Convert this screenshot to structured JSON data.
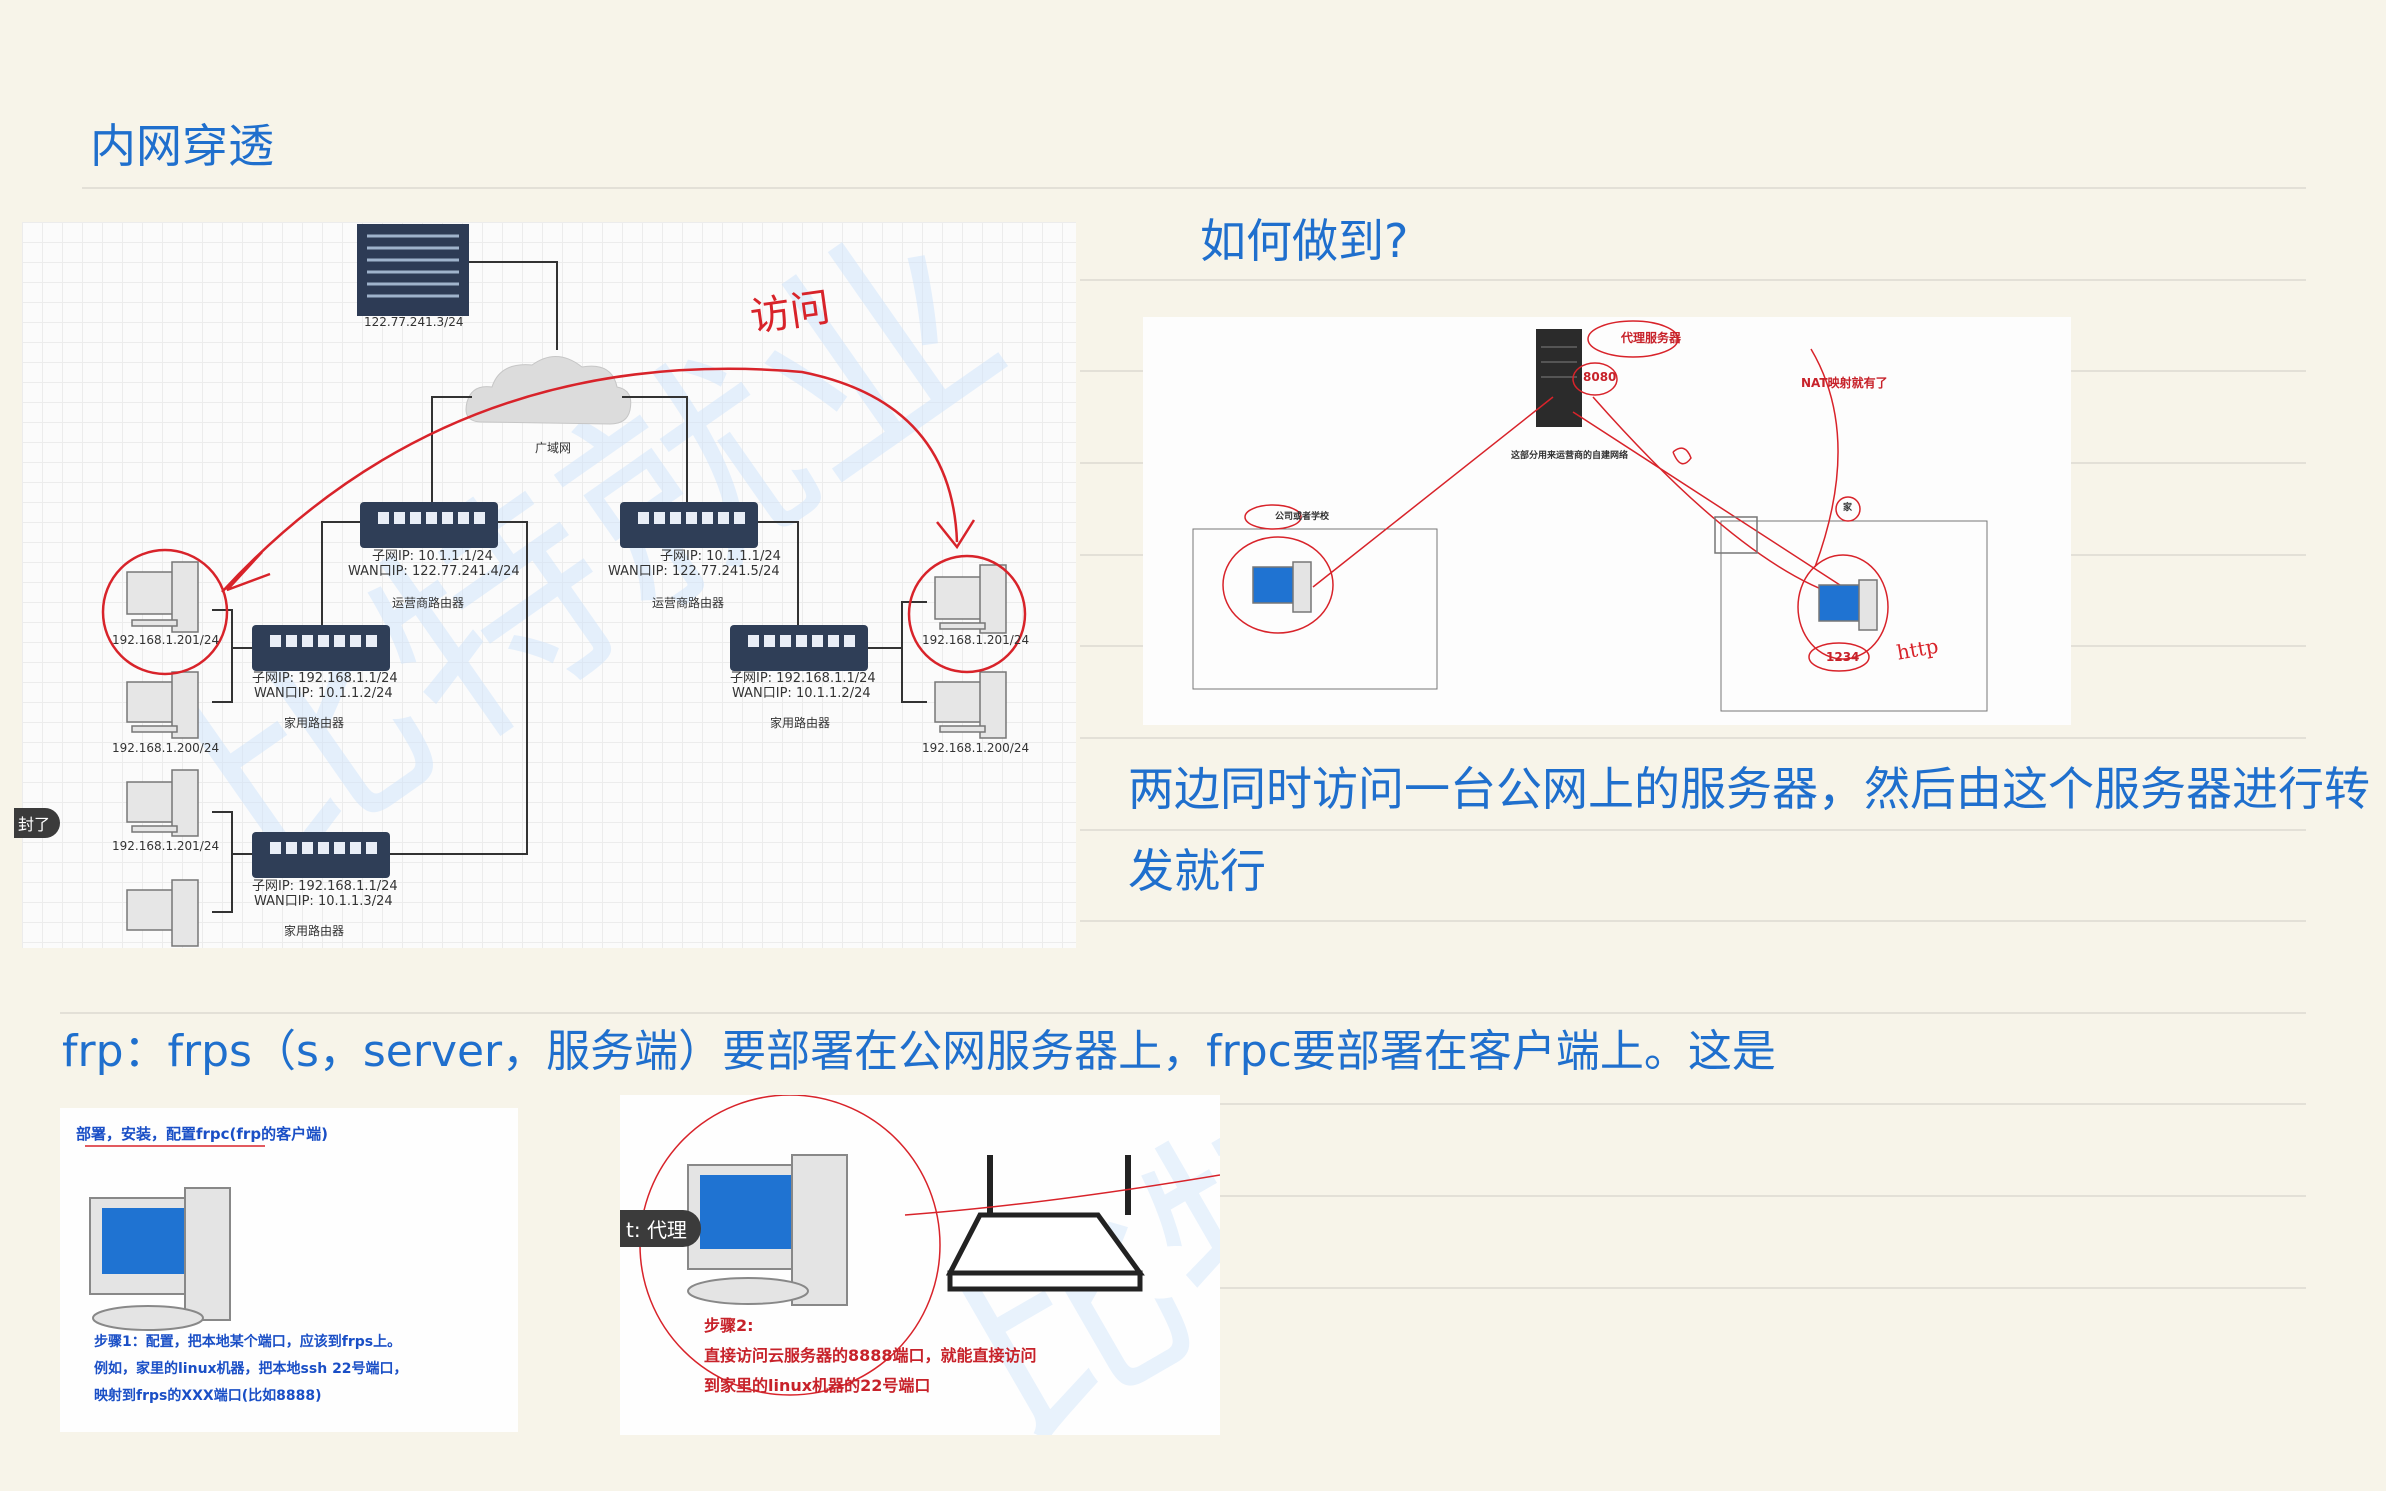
{
  "page": {
    "title": "内网穿透",
    "question": "如何做到?",
    "explanation": "两边同时访问一台公网上的服务器，然后由这个服务器进行转发就行",
    "frp_line": "frp：frps（s，server，服务端）要部署在公网服务器上，frpc要部署在客户端上。这是"
  },
  "network_diagram": {
    "server_ip": "122.77.241.3/24",
    "wan_label": "广域网",
    "handwritten": "访问",
    "isp_router_left": {
      "subnet": "子网IP:  10.1.1.1/24",
      "wan": "WAN口IP:  122.77.241.4/24",
      "name": "运营商路由器"
    },
    "isp_router_right": {
      "subnet": "子网IP:  10.1.1.1/24",
      "wan": "WAN口IP:  122.77.241.5/24",
      "name": "运营商路由器"
    },
    "home_router_left1": {
      "subnet": "子网IP:  192.168.1.1/24",
      "wan": "WAN口IP:  10.1.1.2/24",
      "name": "家用路由器"
    },
    "home_router_left2": {
      "subnet": "子网IP:  192.168.1.1/24",
      "wan": "WAN口IP:  10.1.1.3/24",
      "name": "家用路由器"
    },
    "home_router_right": {
      "subnet": "子网IP:  192.168.1.1/24",
      "wan": "WAN口IP:  10.1.1.2/24",
      "name": "家用路由器"
    },
    "pc_left_1": "192.168.1.201/24",
    "pc_left_2": "192.168.1.200/24",
    "pc_left_3": "192.168.1.201/24",
    "pc_right_1": "192.168.1.201/24",
    "pc_right_2": "192.168.1.200/24",
    "overlay_tag": "封了"
  },
  "proxy_diagram": {
    "proxy_label": "代理服务器",
    "port_label": "8080",
    "nat_label": "NAT映射就有了",
    "server_caption": "这部分用来运营商的自建网络",
    "company_label": "公司或者学校",
    "home_label": "家",
    "port_1234": "1234",
    "handwritten": "http"
  },
  "frpc_box": {
    "header": "部署，安装，配置frpc(frp的客户端)",
    "step1_line1": "步骤1：配置，把本地某个端口，应该到frps上。",
    "step1_line2": "例如，家里的linux机器，把本地ssh 22号端口，",
    "step1_line3": "映射到frps的XXX端口(比如8888)"
  },
  "frps_box": {
    "overlay_tag": "t: 代理",
    "step2_title": "步骤2:",
    "step2_line1": "直接访问云服务器的8888端口，就能直接访问",
    "step2_line2": "到家里的linux机器的22号端口"
  }
}
